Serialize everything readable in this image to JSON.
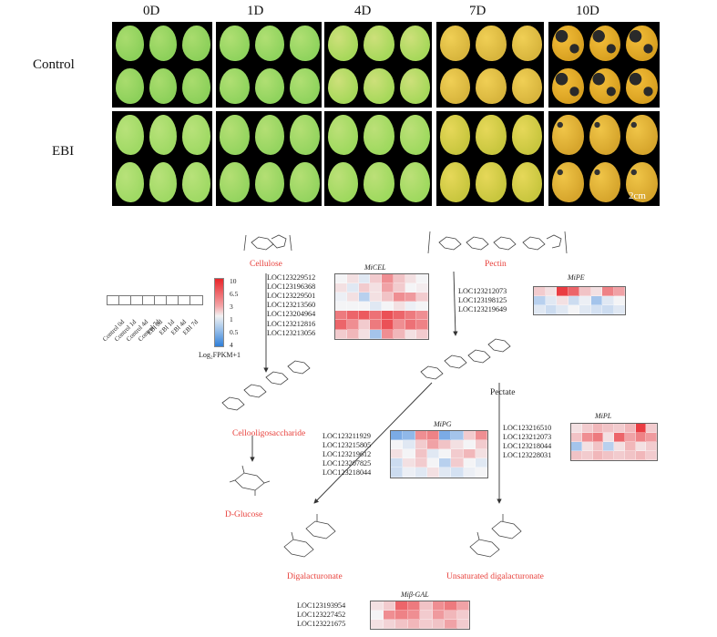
{
  "days": [
    "0D",
    "1D",
    "4D",
    "7D",
    "10D"
  ],
  "groups": [
    "Control",
    "EBI"
  ],
  "scale_bar": "2cm",
  "compounds": {
    "cellulose": "Cellulose",
    "pectin": "Pectin",
    "pectate": "Pectate",
    "cellooligo": "Cellooligosaccharide",
    "glucose": "D-Glucose",
    "digal": "Digalacturonate",
    "unsat": "Unsaturated digalacturonate"
  },
  "legend": {
    "title": "Log₂FPKM+1",
    "ticks": [
      "10",
      "6.5",
      "3",
      "1",
      "0.5",
      "4"
    ],
    "samples": [
      "Control 0d",
      "Control 1d",
      "Control 4d",
      "Control 7d",
      "EBI 0d",
      "EBI 1d",
      "EBI 4d",
      "EBI 7d"
    ]
  },
  "heatmaps": [
    {
      "title": "MiCEL",
      "genes": [
        "LOC123229512",
        "LOC123196368",
        "LOC123229501",
        "LOC123213560",
        "LOC123204964",
        "LOC123212816",
        "LOC123213056"
      ],
      "values": [
        [
          0.5,
          0.55,
          0.45,
          0.6,
          0.75,
          0.62,
          0.55,
          0.5
        ],
        [
          0.55,
          0.45,
          0.6,
          0.55,
          0.7,
          0.6,
          0.5,
          0.52
        ],
        [
          0.48,
          0.55,
          0.35,
          0.55,
          0.62,
          0.75,
          0.72,
          0.6
        ],
        [
          0.5,
          0.5,
          0.5,
          0.45,
          0.5,
          0.55,
          0.48,
          0.5
        ],
        [
          0.8,
          0.85,
          0.88,
          0.82,
          0.9,
          0.85,
          0.8,
          0.75
        ],
        [
          0.85,
          0.75,
          0.6,
          0.8,
          0.9,
          0.75,
          0.82,
          0.78
        ],
        [
          0.6,
          0.65,
          0.55,
          0.3,
          0.75,
          0.65,
          0.55,
          0.6
        ]
      ]
    },
    {
      "title": "MiPE",
      "genes": [
        "LOC123212073",
        "LOC123198125",
        "LOC123219649"
      ],
      "values": [
        [
          0.6,
          0.55,
          0.95,
          0.85,
          0.62,
          0.55,
          0.78,
          0.7
        ],
        [
          0.35,
          0.45,
          0.55,
          0.4,
          0.48,
          0.3,
          0.45,
          0.5
        ],
        [
          0.45,
          0.4,
          0.45,
          0.5,
          0.45,
          0.42,
          0.4,
          0.45
        ]
      ]
    },
    {
      "title": "MiPG",
      "genes": [
        "LOC123211929",
        "LOC123215805",
        "LOC123219612",
        "LOC123207825",
        "LOC123218044"
      ],
      "values": [
        [
          0.2,
          0.25,
          0.75,
          0.78,
          0.2,
          0.3,
          0.6,
          0.75
        ],
        [
          0.5,
          0.45,
          0.6,
          0.7,
          0.62,
          0.55,
          0.5,
          0.6
        ],
        [
          0.55,
          0.5,
          0.62,
          0.45,
          0.5,
          0.6,
          0.65,
          0.55
        ],
        [
          0.4,
          0.55,
          0.6,
          0.5,
          0.35,
          0.6,
          0.5,
          0.45
        ],
        [
          0.4,
          0.48,
          0.45,
          0.55,
          0.45,
          0.42,
          0.48,
          0.5
        ]
      ]
    },
    {
      "title": "MiPL",
      "genes": [
        "LOC123216510",
        "LOC123212073",
        "LOC123218044",
        "LOC123228031"
      ],
      "values": [
        [
          0.55,
          0.6,
          0.65,
          0.62,
          0.6,
          0.65,
          0.95,
          0.6
        ],
        [
          0.62,
          0.75,
          0.8,
          0.55,
          0.85,
          0.7,
          0.78,
          0.72
        ],
        [
          0.3,
          0.55,
          0.62,
          0.35,
          0.55,
          0.65,
          0.55,
          0.6
        ],
        [
          0.62,
          0.6,
          0.65,
          0.62,
          0.6,
          0.62,
          0.65,
          0.6
        ]
      ]
    },
    {
      "title": "Miβ-GAL",
      "genes": [
        "LOC123193954",
        "LOC123227452",
        "LOC123221675"
      ],
      "values": [
        [
          0.55,
          0.6,
          0.85,
          0.8,
          0.62,
          0.75,
          0.8,
          0.7
        ],
        [
          0.5,
          0.75,
          0.78,
          0.75,
          0.6,
          0.72,
          0.65,
          0.6
        ],
        [
          0.55,
          0.58,
          0.62,
          0.65,
          0.6,
          0.62,
          0.7,
          0.6
        ]
      ]
    }
  ]
}
